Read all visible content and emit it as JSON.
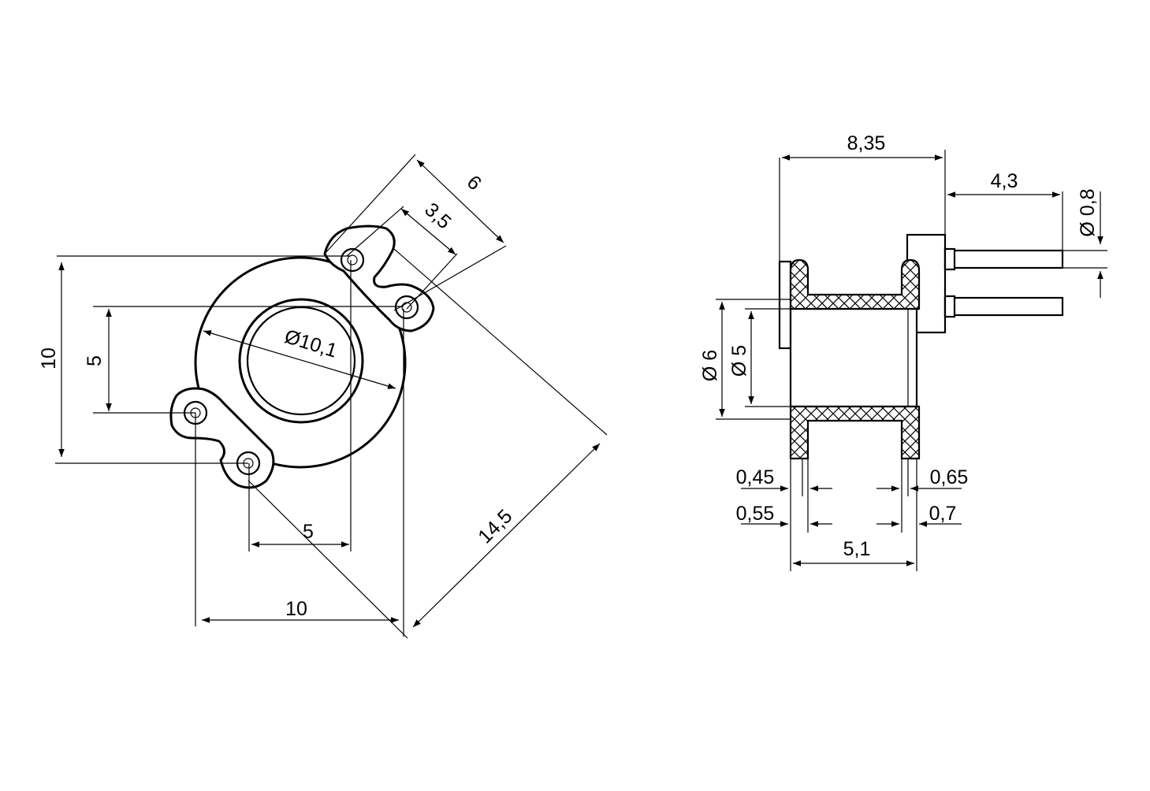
{
  "front_view": {
    "overall_height": "10",
    "pin_spacing_vertical": "5",
    "bore_diameter": "Ø10,1",
    "pin_offset": "6",
    "pin_offset_small": "3,5",
    "diagonal_length": "14,5",
    "pin_spacing_horizontal": "5",
    "overall_width": "10"
  },
  "side_view": {
    "overall_length": "8,35",
    "pin_length": "4,3",
    "pin_diameter": "Ø 0,8",
    "flange_diameter": "Ø 6",
    "core_diameter": "Ø 5",
    "left_flange_thickness": "0,45",
    "left_flange_thickness_2": "0,55",
    "right_flange_thickness": "0,65",
    "right_flange_thickness_2": "0,7",
    "body_length": "5,1"
  }
}
